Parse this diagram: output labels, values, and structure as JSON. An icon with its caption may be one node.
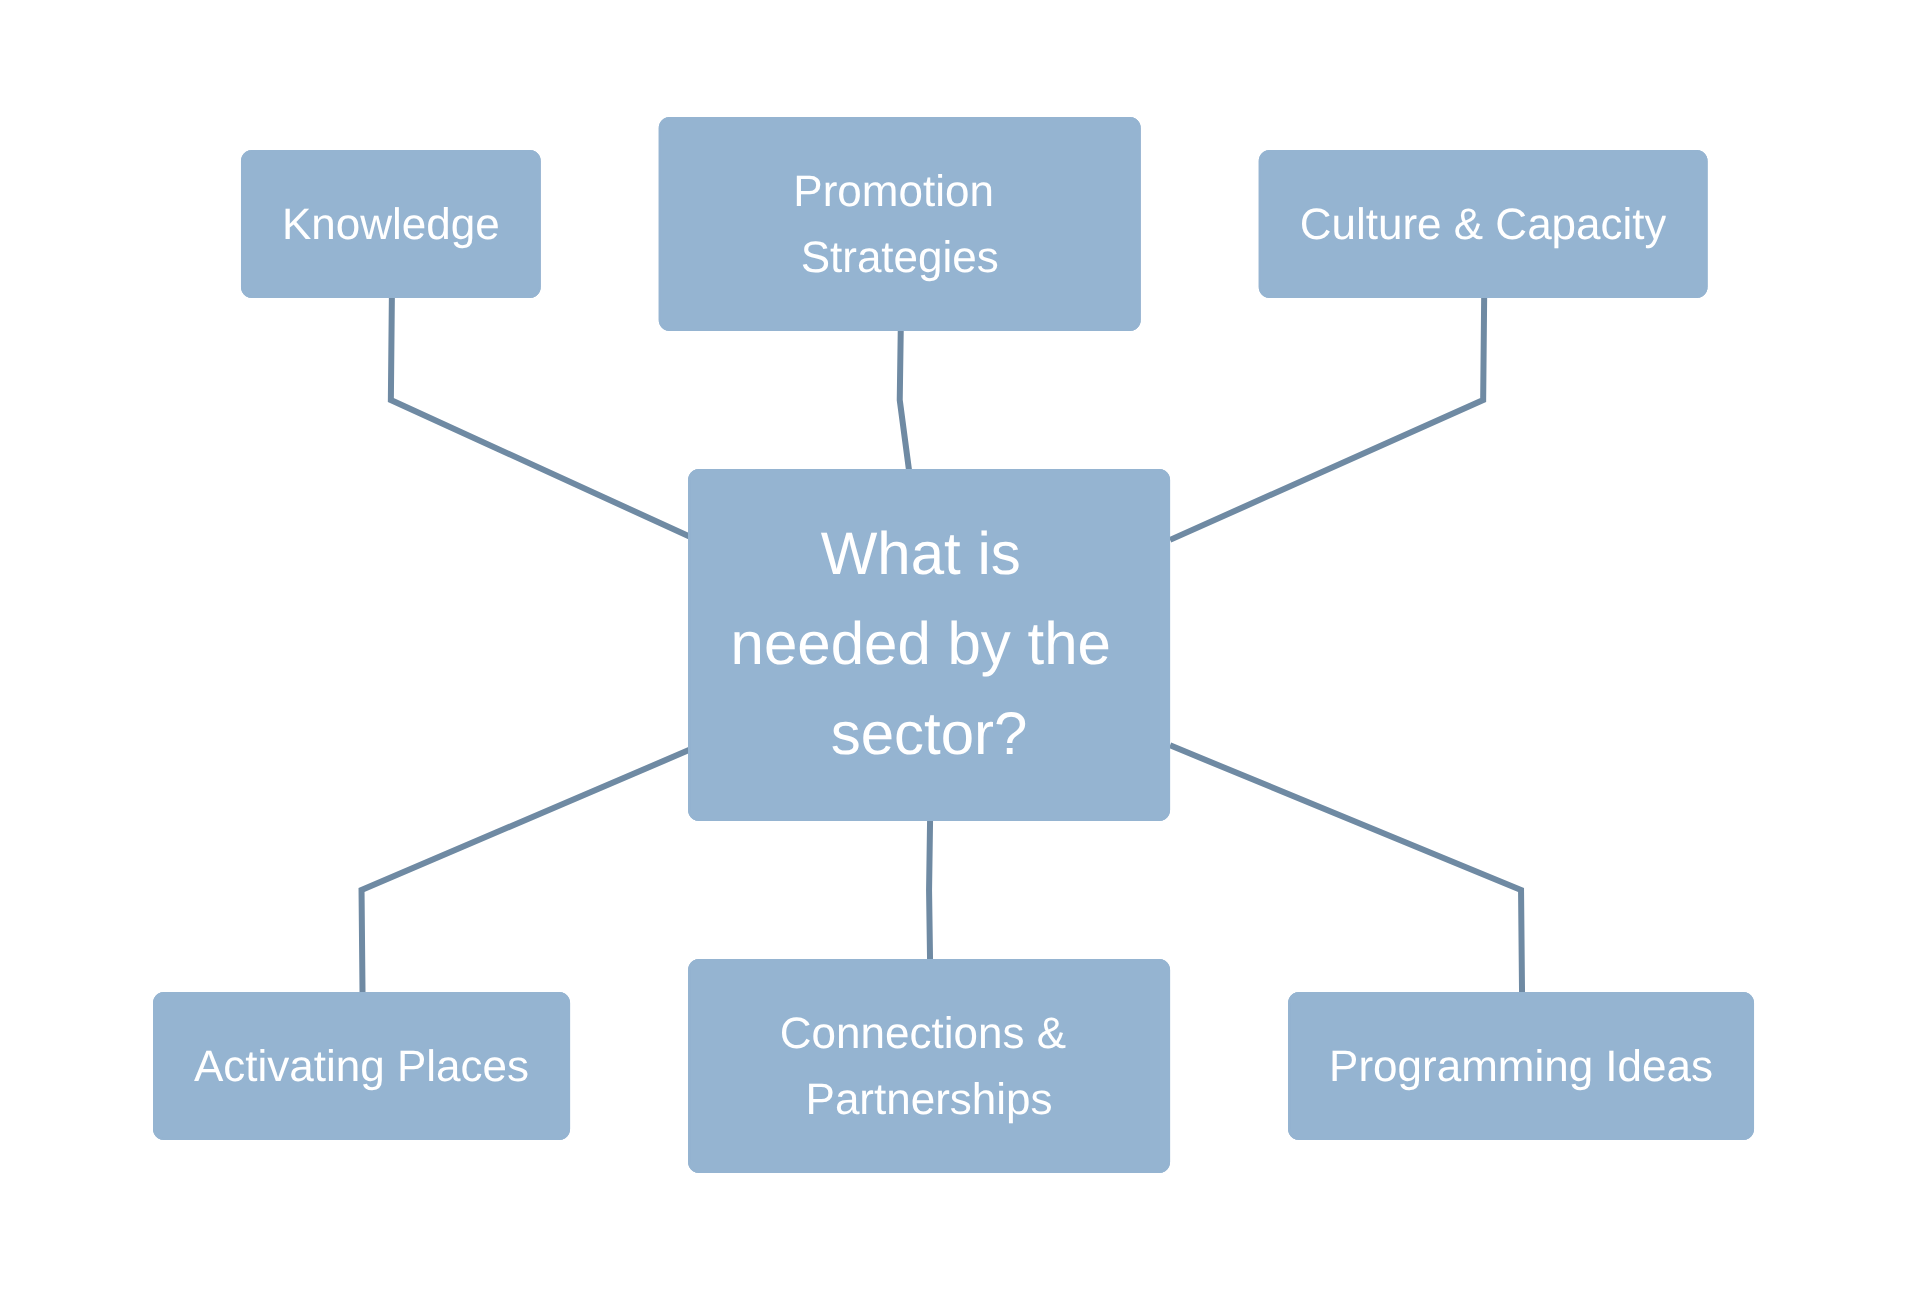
{
  "diagram": {
    "nodes": [
      {
        "text": [
          "Knowledge"
        ]
      },
      {
        "text": [
          "Promotion Strategies"
        ]
      },
      {
        "text": [
          "Culture & Capacity"
        ]
      },
      {
        "text": [
          "What is needed by the sector?"
        ]
      },
      {
        "text": [
          "Activating Places"
        ]
      },
      {
        "text": [
          "Connections & Partnerships"
        ]
      },
      {
        "text": [
          "Programming Ideas"
        ]
      }
    ],
    "edges": [
      {
        "from": 0,
        "to": 3,
        "arrow": "none"
      },
      {
        "from": 1,
        "to": 3,
        "arrow": "none"
      },
      {
        "from": 2,
        "to": 3,
        "arrow": "none"
      },
      {
        "from": 3,
        "to": 4,
        "arrow": "none"
      },
      {
        "from": 3,
        "to": 5,
        "arrow": "none"
      },
      {
        "from": 3,
        "to": 6,
        "arrow": "none"
      }
    ]
  }
}
